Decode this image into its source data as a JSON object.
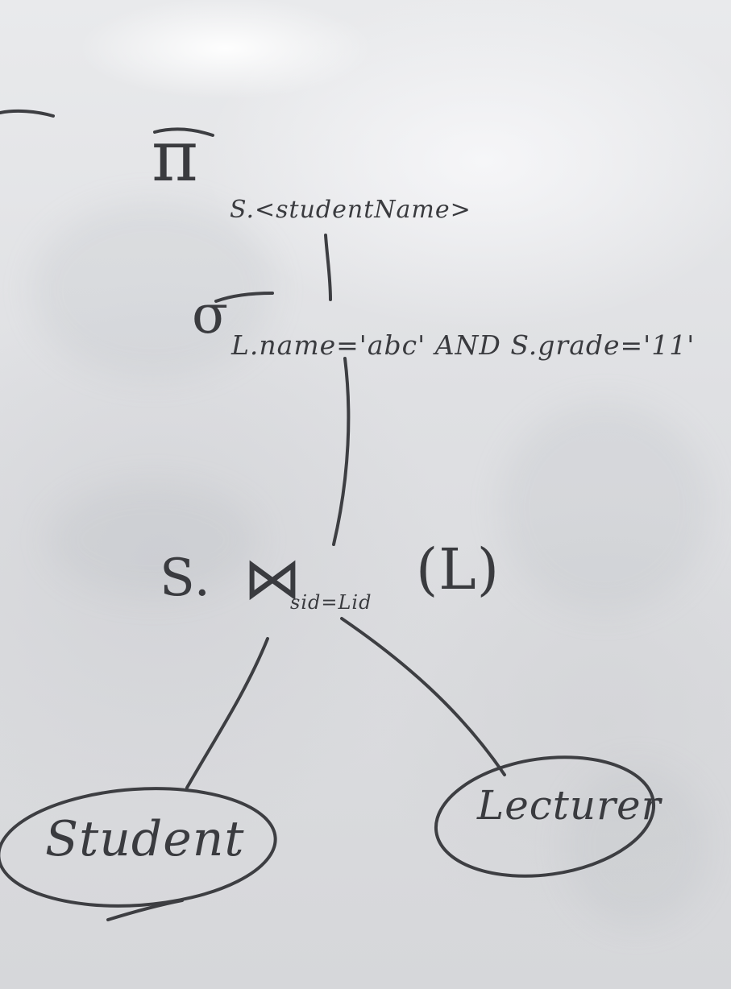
{
  "board": {
    "projection": {
      "symbol": "π",
      "attributes": "S.<studentName>"
    },
    "selection": {
      "symbol": "σ",
      "condition": "L.name='abc' AND S.grade='11'"
    },
    "join": {
      "left": "S.",
      "symbol": "⋈",
      "condition": "sid=Lid",
      "right": "(L)"
    },
    "relations": {
      "left": "Student",
      "right": "Lecturer"
    }
  },
  "colors": {
    "marker": "#3a3b3f",
    "whiteboard": "#e2e3e6"
  }
}
